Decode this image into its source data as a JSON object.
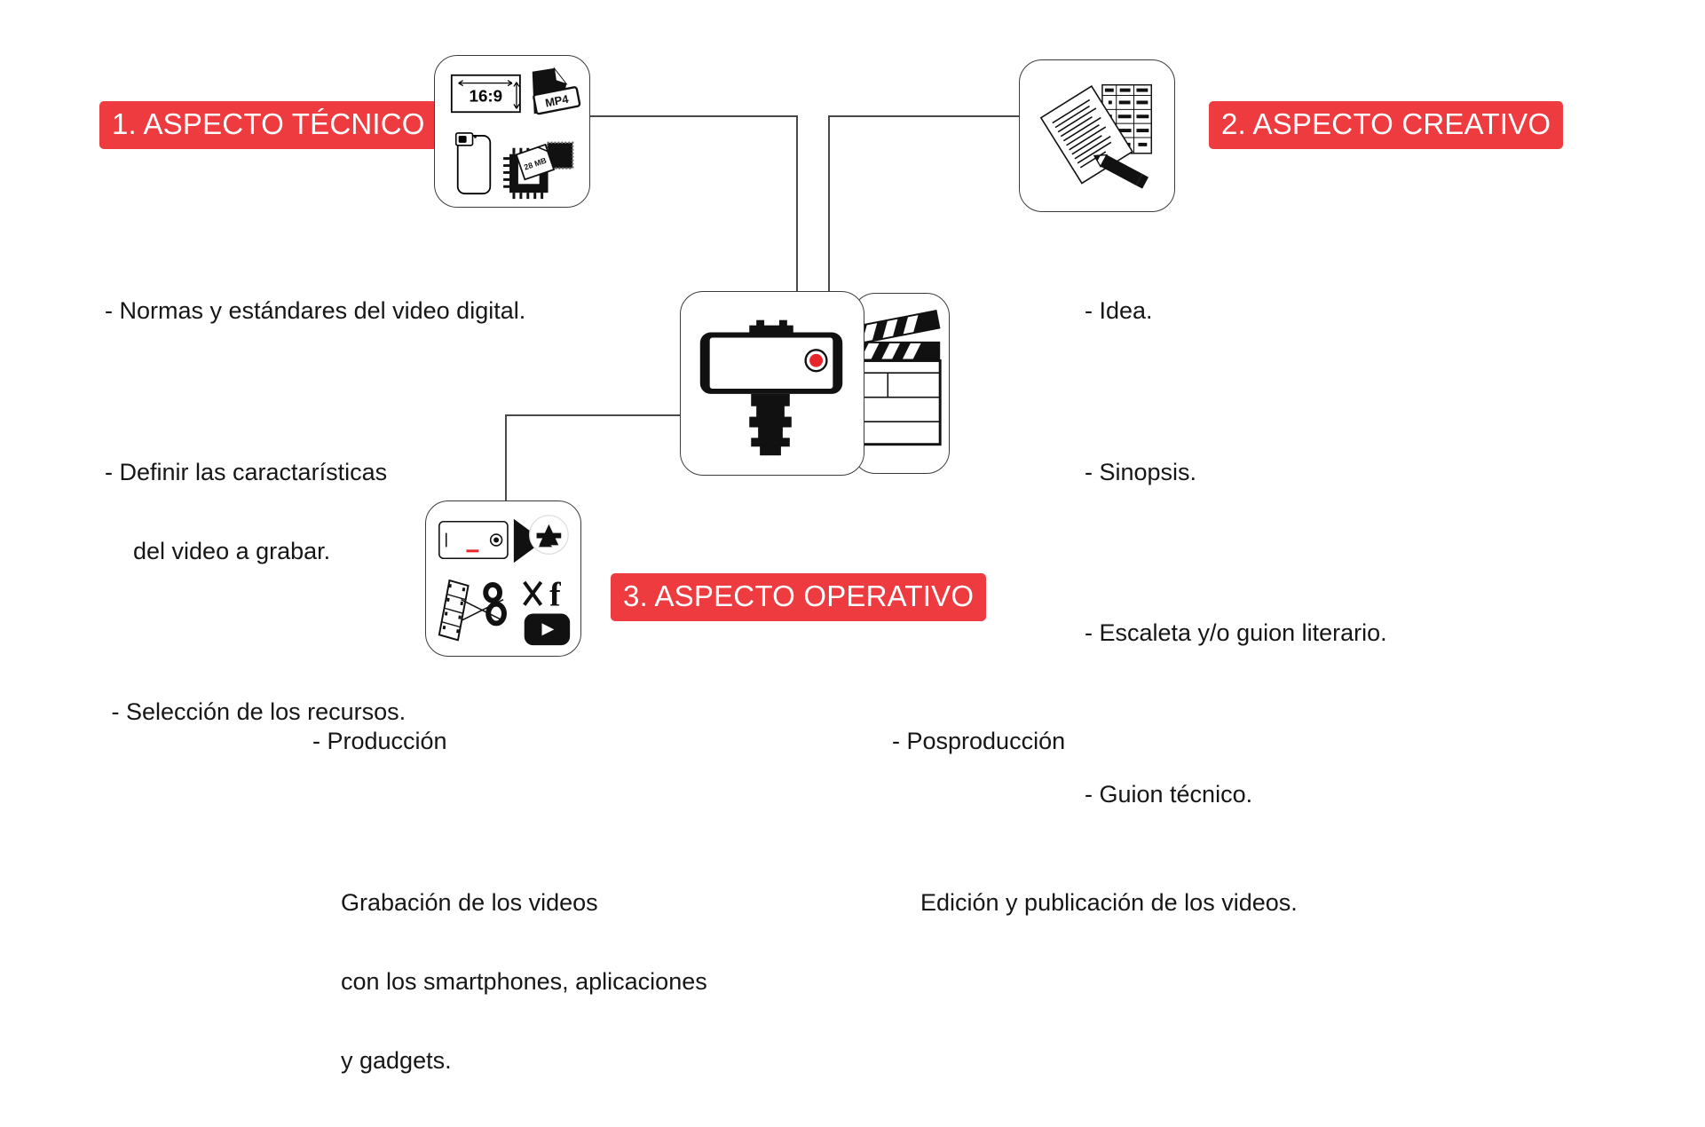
{
  "diagram": {
    "title_hidden": "",
    "accent_color": "#ee3b3f",
    "line_color": "#4a4a4a",
    "background": "#ffffff"
  },
  "sections": {
    "tecnico": {
      "label": "1. ASPECTO TÉCNICO",
      "icon_name": "technical-specs-icon",
      "icon_parts": {
        "aspect_ratio": "16:9",
        "file_format": "MP4",
        "memory_size": "28 MB"
      },
      "bullets": [
        "- Normas y estándares del video digital.",
        "- Definir las caractarísticas",
        "del video a grabar.",
        " - Selección de los recursos."
      ]
    },
    "creativo": {
      "label": "2. ASPECTO CREATIVO",
      "icon_name": "script-and-storyboard-icon",
      "bullets": [
        "- Idea.",
        "- Sinopsis.",
        "- Escaleta y/o guion literario.",
        "- Guion técnico."
      ]
    },
    "operativo": {
      "label": "3. ASPECTO OPERATIVO",
      "icon_name": "production-tools-icon",
      "icon_parts": {
        "app_store": "app-store-icon",
        "editing": "film-strip-scissors-icon",
        "social_x": "x-twitter-icon",
        "social_facebook": "facebook-icon",
        "social_youtube": "youtube-icon"
      },
      "produccion": {
        "heading": "- Producción",
        "lines": [
          "Grabación de los videos",
          "con los smartphones, aplicaciones",
          "y gadgets."
        ]
      },
      "posproduccion": {
        "heading": "- Posproducción",
        "lines": [
          "Edición y publicación de los videos."
        ]
      }
    },
    "center": {
      "icon_name": "smartphone-tripod-recording-icon",
      "secondary_icon_name": "clapperboard-icon",
      "record_dot_color": "#e8252b"
    }
  }
}
